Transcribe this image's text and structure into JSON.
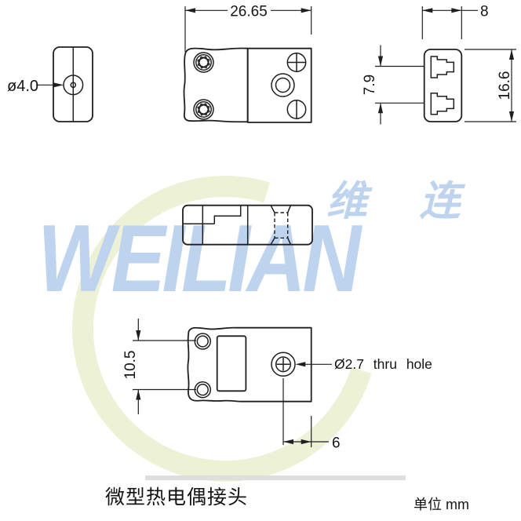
{
  "title_block": {
    "caption": "微型热电偶接头",
    "units": "单位 mm"
  },
  "watermark": {
    "brand_latin": "WEILIAN",
    "brand_cn": "维 连"
  },
  "colors": {
    "line": "#1f1f1f",
    "watermark_blue": "#bed3ee",
    "watermark_green": "#edf2d6",
    "band_gray": "#dedede"
  },
  "dimensions": {
    "overall_length": "26.65",
    "cable_hole_diameter": "ø4.0",
    "face_width": "8",
    "contact_pitch": "7.9",
    "face_height": "16.6",
    "mount_hole_spacing": "10.5",
    "thru_hole_note": "Ø2.7 thru hole",
    "hole_to_edge": "6"
  }
}
